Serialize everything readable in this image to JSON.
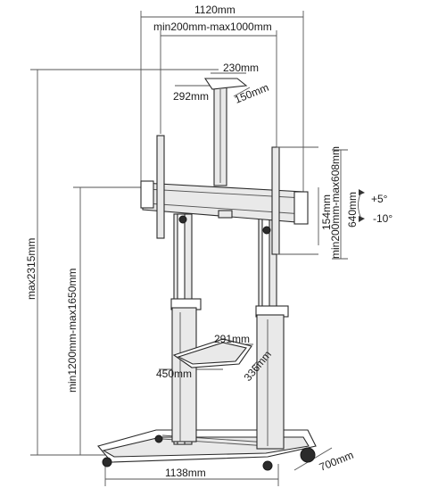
{
  "dimensions": {
    "overall_width": "1120mm",
    "vesa_width_range": "min200mm-max1000mm",
    "camera_shelf_width": "230mm",
    "camera_shelf_length": "292mm",
    "camera_shelf_depth": "150mm",
    "bracket_height": "154mm",
    "vesa_height_range": "min200mm-max608mm",
    "arm_height": "640mm",
    "tilt_up": "+5°",
    "tilt_down": "-10°",
    "max_height": "max2315mm",
    "height_range": "min1200mm-max1650mm",
    "shelf_width": "291mm",
    "shelf_length": "450mm",
    "shelf_depth": "336mm",
    "base_width": "1138mm",
    "base_depth": "700mm"
  }
}
